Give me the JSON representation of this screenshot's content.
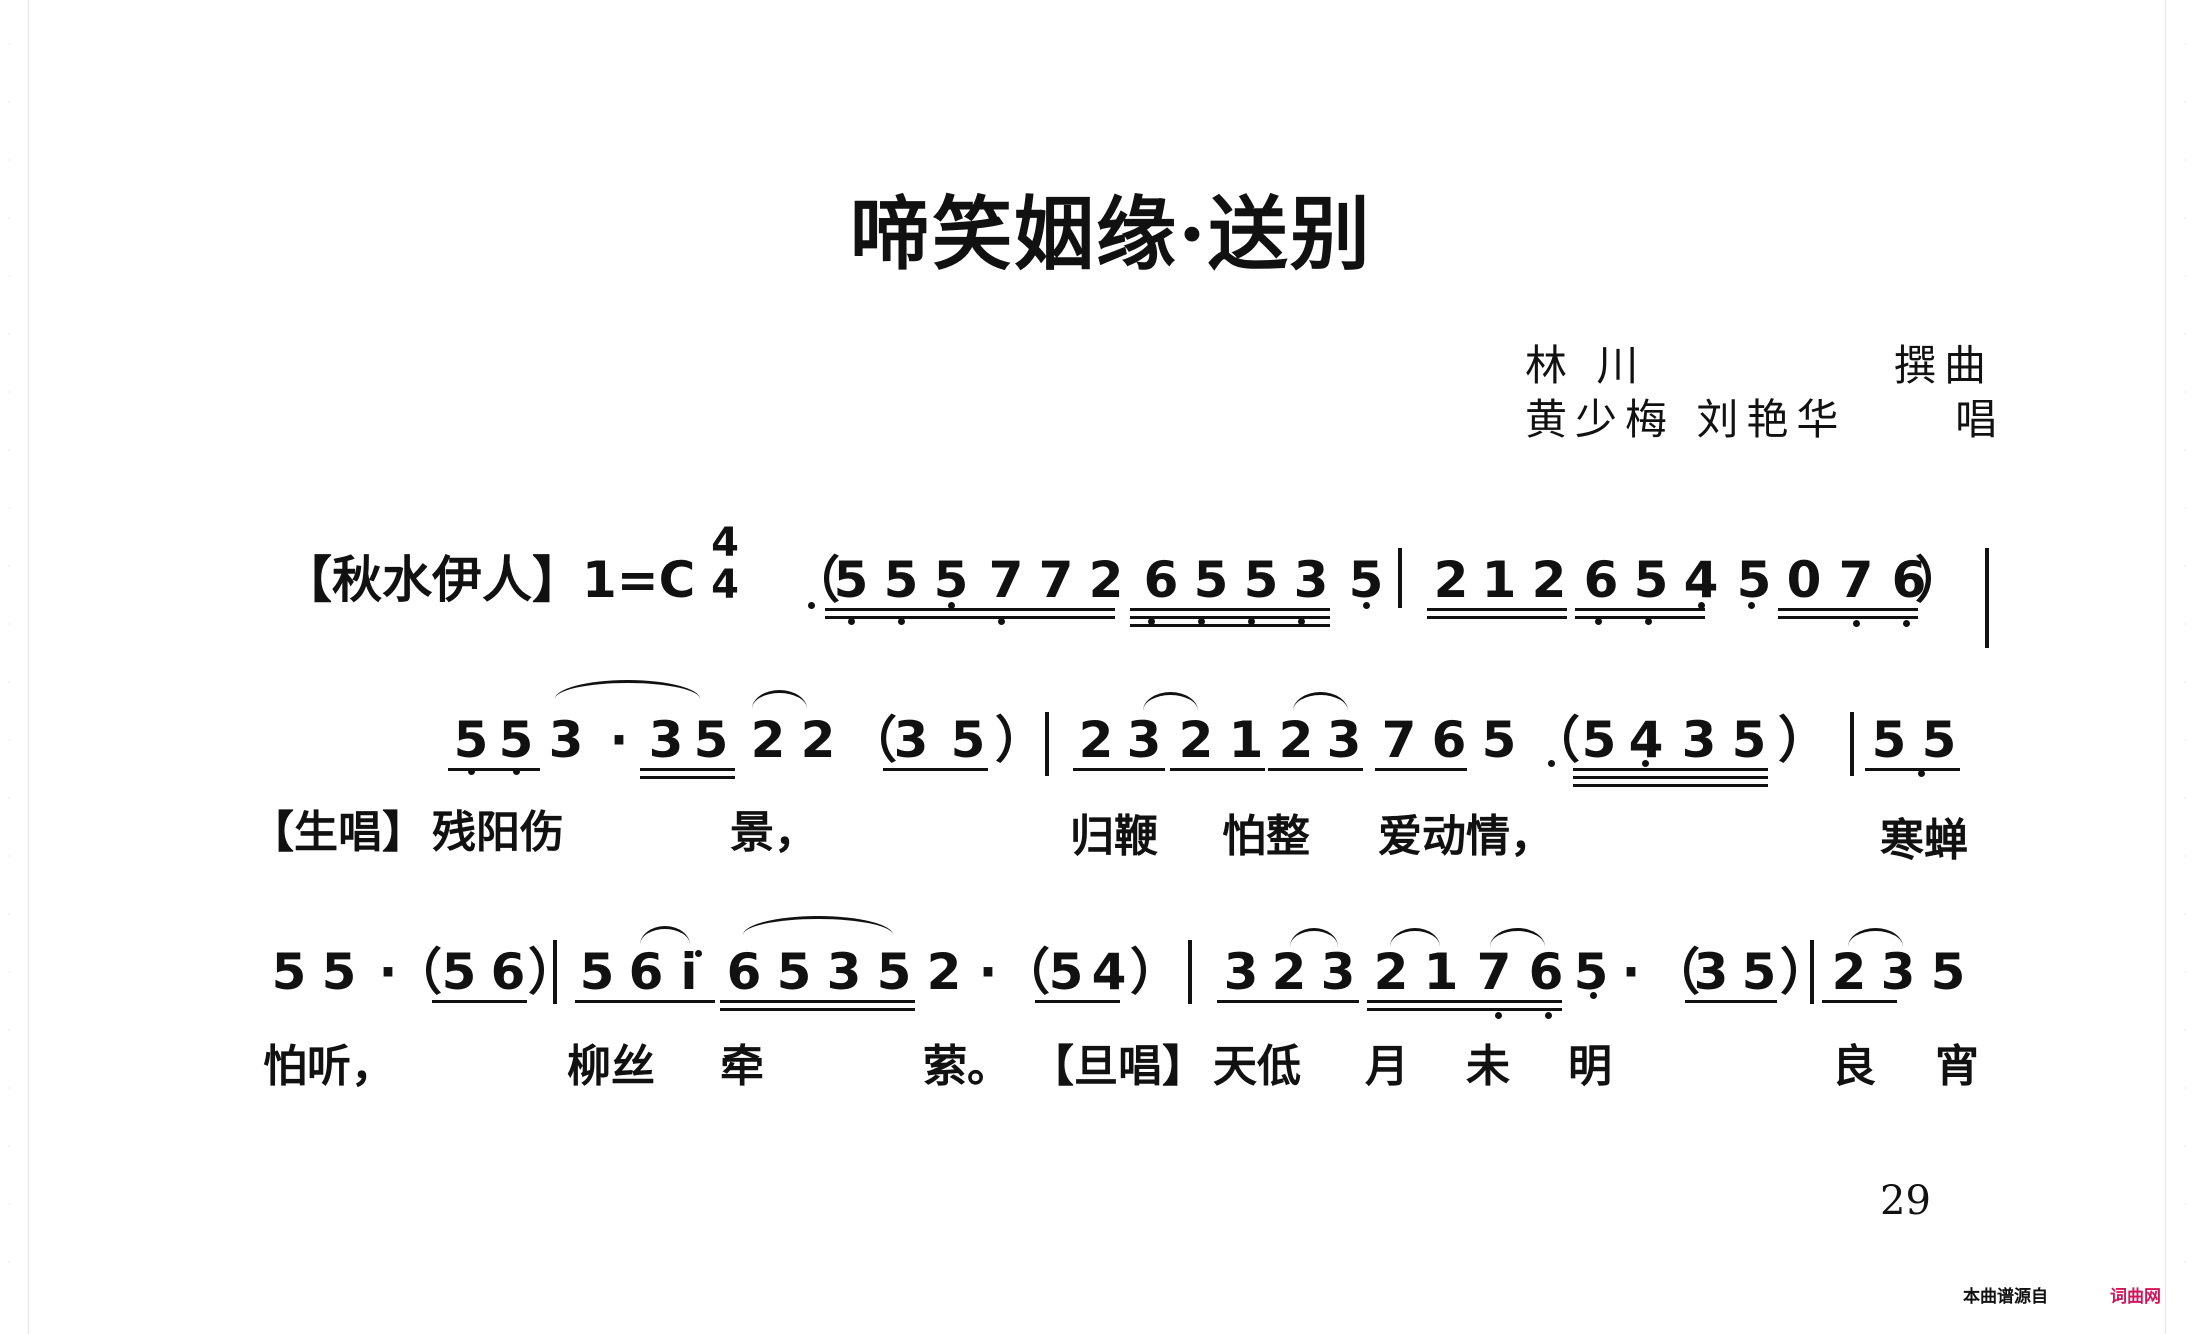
{
  "title": "啼笑姻缘·送别",
  "credits": {
    "composer_names": "林  川",
    "composer_role": "撰曲",
    "singer_names": "黄少梅  刘艳华",
    "singer_role": "唱"
  },
  "header": {
    "tune_name": "【秋水伊人】1=C",
    "meter_top": "4",
    "meter_bottom": "4"
  },
  "lyrics": {
    "line1_role": "【生唱】",
    "line1_a": "残阳伤",
    "line1_b": "景，",
    "line1_c": "归鞭",
    "line1_d": "怕整",
    "line1_e": "爱动情，",
    "line1_f": "寒蝉",
    "line2_a": "怕听，",
    "line2_b": "柳丝",
    "line2_c": "牵",
    "line2_d": "萦。",
    "line2_role": "【旦唱】",
    "line2_e": "天低",
    "line2_f": "月",
    "line2_g": "未",
    "line2_h": "明",
    "line2_i": "良",
    "line2_j": "宵"
  },
  "notation": {
    "row1": [
      "（",
      "5",
      "5",
      "5",
      "7",
      "7",
      "2",
      "6",
      "5",
      "5",
      "3",
      "5",
      "2",
      "1",
      "2",
      "6",
      "5",
      "4",
      "5",
      "0",
      "7",
      "6",
      "）"
    ],
    "row2": [
      "5",
      "5",
      "3",
      "·",
      "3",
      "5",
      "2",
      "2",
      "（",
      "3",
      "5",
      "）",
      "2",
      "3",
      "2",
      "1",
      "2",
      "3",
      "7",
      "6",
      "5",
      "（",
      "5",
      "4",
      "3",
      "5",
      "）",
      "5",
      "5"
    ],
    "row3": [
      "5",
      "5",
      "·",
      "（",
      "5",
      "6",
      "）",
      "5",
      "6",
      "i",
      "6",
      "5",
      "3",
      "5",
      "2",
      "·",
      "（",
      "5",
      "4",
      "）",
      "3",
      "2",
      "3",
      "2",
      "1",
      "7",
      "6",
      "5",
      "·",
      "（",
      "3",
      "5",
      "）",
      "2",
      "3",
      "5"
    ]
  },
  "page_number": "29",
  "footer": {
    "source_label": "本曲谱源自",
    "site_name": "词曲网"
  }
}
